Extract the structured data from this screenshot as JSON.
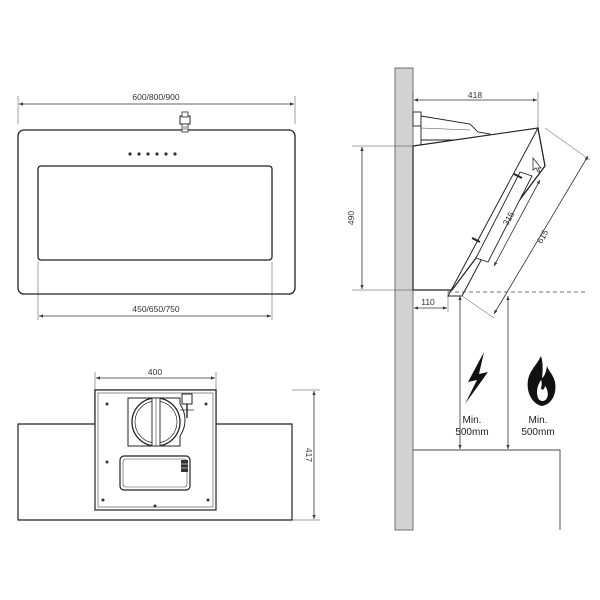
{
  "front_view": {
    "width_label": "600/800/900",
    "inner_width_label": "450/650/750"
  },
  "top_view": {
    "width_label": "400",
    "depth_label": "417"
  },
  "side_view": {
    "depth_label": "418",
    "height_label": "490",
    "panel_length_label": "615",
    "glass_label": "315",
    "offset_label": "110"
  },
  "clearances": {
    "electric": {
      "icon": "lightning-icon",
      "line1": "Min.",
      "line2": "500mm"
    },
    "gas": {
      "icon": "flame-icon",
      "line1": "Min.",
      "line2": "500mm"
    }
  }
}
